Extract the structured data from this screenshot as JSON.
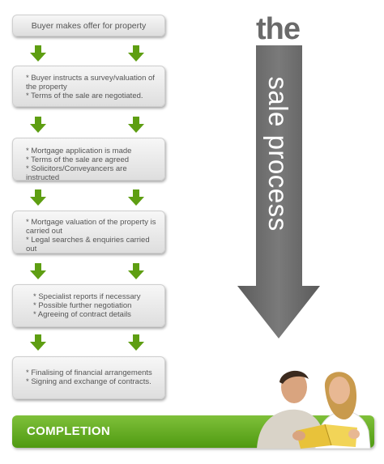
{
  "title": {
    "the": "the",
    "vertical": "sale process"
  },
  "steps": [
    {
      "lines": [
        "Buyer makes offer for property"
      ]
    },
    {
      "lines": [
        "* Buyer instructs a survey/valuation of the property",
        "* Terms of the sale are negotiated."
      ]
    },
    {
      "lines": [
        "* Mortgage application is made",
        "* Terms of the sale are agreed",
        "* Solicitors/Conveyancers are instructed"
      ]
    },
    {
      "lines": [
        "* Mortgage valuation of the property is carried out",
        "* Legal searches & enquiries carried out"
      ]
    },
    {
      "lines": [
        "* Specialist reports if necessary",
        "* Possible further negotiation",
        "* Agreeing of contract details"
      ]
    },
    {
      "lines": [
        "* Finalising of financial arrangements",
        "* Signing and exchange of contracts."
      ]
    }
  ],
  "completion": "COMPLETION",
  "colors": {
    "arrow_green": "#5e9e12",
    "big_arrow_gray": "#6b6b6b",
    "completion_green": "#63ab1e"
  },
  "icons": {
    "step_arrow": "green-down-arrow-icon",
    "process_arrow": "large-down-arrow-icon"
  }
}
